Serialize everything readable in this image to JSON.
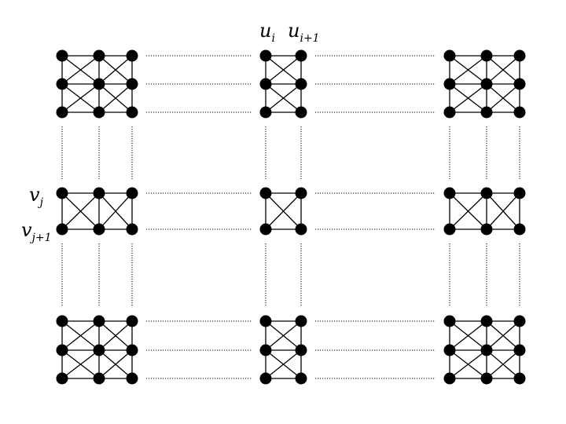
{
  "labels": {
    "u_i": {
      "base": "u",
      "sub": "i"
    },
    "u_i1": {
      "base": "u",
      "sub": "i+1"
    },
    "v_j": {
      "base": "v",
      "sub": "j"
    },
    "v_j1": {
      "base": "v",
      "sub": "j+1"
    }
  },
  "colors": {
    "ink": "#000000",
    "background": "#ffffff"
  }
}
